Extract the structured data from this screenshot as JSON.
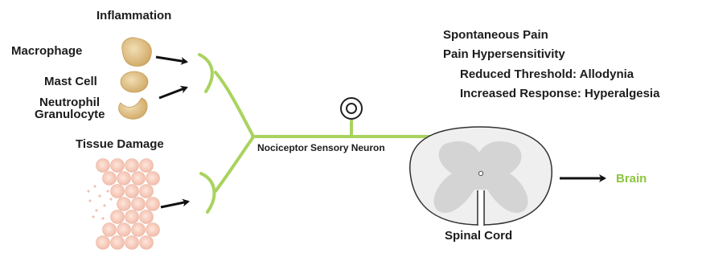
{
  "labels": {
    "inflammation": "Inflammation",
    "macrophage": "Macrophage",
    "mast_cell": "Mast Cell",
    "neutrophil_line1": "Neutrophil",
    "neutrophil_line2": "Granulocyte",
    "tissue_damage": "Tissue Damage",
    "nociceptor": "Nociceptor Sensory Neuron",
    "spontaneous_pain": "Spontaneous Pain",
    "pain_hypersensitivity": "Pain Hypersensitivity",
    "reduced_threshold": "Reduced Threshold: Allodynia",
    "increased_response": "Increased Response: Hyperalgesia",
    "brain": "Brain",
    "spinal_cord": "Spinal Cord"
  },
  "colors": {
    "neuron_green": "#a9d35e",
    "brain_text": "#8cc63f",
    "cell_tan": "#d9b77a",
    "tissue_pink": "#f6cdbf",
    "cord_gray": "#d4d4d4"
  }
}
